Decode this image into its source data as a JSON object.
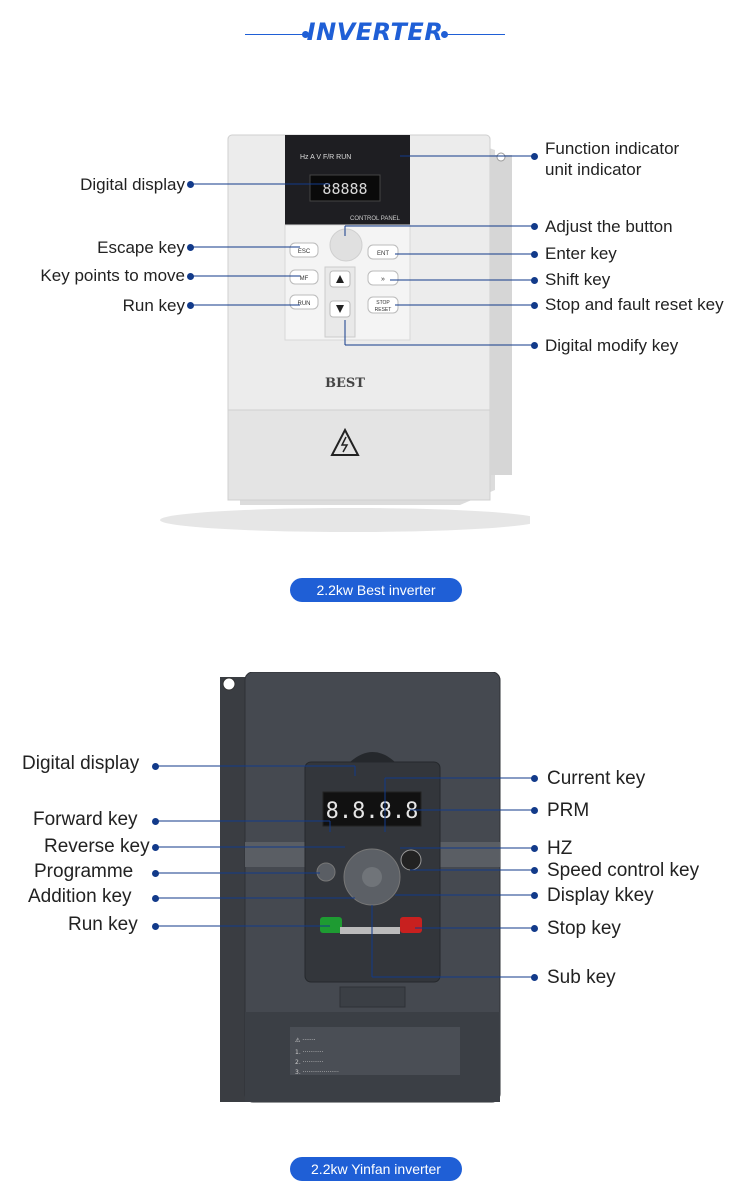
{
  "header": {
    "title": "INVERTER"
  },
  "section1": {
    "caption": "2.2kw Best inverter",
    "left_labels": [
      "Digital display",
      "Escape key",
      "Key points to move",
      "Run key"
    ],
    "right_labels": [
      "Function indicator",
      "unit indicator",
      "Adjust the button",
      "Enter key",
      "Shift key",
      "Stop and fault reset key",
      "Digital modify key"
    ],
    "device": {
      "indicators": [
        "Hz",
        "A",
        "V",
        "F/R",
        "RUN"
      ],
      "display": "88888",
      "panel_label": "CONTROL PANEL",
      "keys": [
        "ESC",
        "MF",
        "RUN",
        "ENT",
        "»",
        "STOP",
        "RESET"
      ],
      "brand": "BEST"
    }
  },
  "section2": {
    "caption": "2.2kw Yinfan inverter",
    "left_labels": [
      "Digital display",
      "Forward key",
      "Reverse key",
      "Programme",
      "Addition key",
      "Run key"
    ],
    "right_labels": [
      "Current key",
      "PRM",
      "HZ",
      "Speed control key",
      "Display kkey",
      "Stop key",
      "Sub key"
    ],
    "device": {
      "display": "8.8.8.8"
    }
  },
  "colors": {
    "accent": "#1f5fd6",
    "dot": "#123a8a"
  }
}
